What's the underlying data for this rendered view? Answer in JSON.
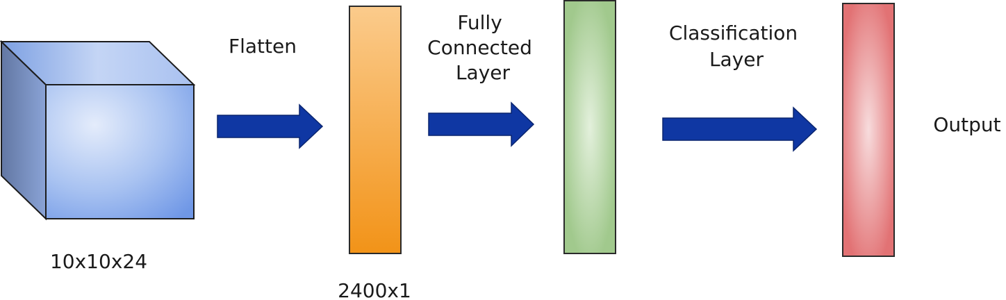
{
  "diagram": {
    "input": {
      "shape": "cube",
      "dims_label": "10x10x24",
      "color": "#6f97e6"
    },
    "steps": [
      {
        "label_lines": [
          "Flatten"
        ]
      },
      {
        "label_lines": [
          "Fully",
          "Connected",
          "Layer"
        ]
      },
      {
        "label_lines": [
          "Classification",
          "Layer"
        ]
      }
    ],
    "layers": {
      "flattened": {
        "dims_label": "2400x1",
        "color": "#f29318"
      },
      "fully_connected": {
        "color": "#a1c98d"
      },
      "output": {
        "color": "#e27274",
        "side_label": "Output"
      }
    },
    "arrow_color": "#0f37a3"
  }
}
